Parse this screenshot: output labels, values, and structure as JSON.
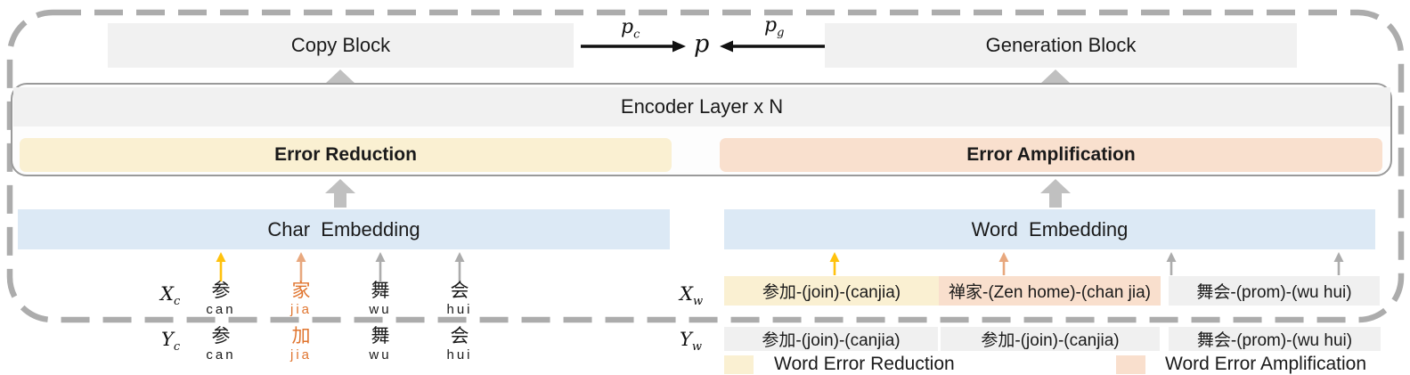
{
  "colors": {
    "reduction_fill": "#faf0d2",
    "amplification_fill": "#f9dfcd",
    "embedding_fill": "#dce9f5",
    "block_fill": "#f1f1f1",
    "dashed_border": "#acacac",
    "block_arrow": "#c0c0c0",
    "yellow_arrow": "#ffc20e",
    "orange_arrow": "#e8a87e",
    "error_text_orange": "#e0752f"
  },
  "blocks": {
    "copy": "Copy Block",
    "generation": "Generation Block",
    "encoder": "Encoder Layer x N",
    "error_reduction": "Error Reduction",
    "error_amplification": "Error Amplification",
    "char_embedding": "Char  Embedding",
    "word_embedding": "Word  Embedding"
  },
  "prob": {
    "pc": {
      "base": "p",
      "sub": "c"
    },
    "p": "p",
    "pg": {
      "base": "p",
      "sub": "g"
    }
  },
  "char_inputs": {
    "x_label": {
      "base": "X",
      "sub": "c"
    },
    "y_label": {
      "base": "Y",
      "sub": "c"
    },
    "x_row": [
      {
        "char": "参",
        "pinyin": "can"
      },
      {
        "char": "家",
        "pinyin": "jia"
      },
      {
        "char": "舞",
        "pinyin": "wu"
      },
      {
        "char": "会",
        "pinyin": "hui"
      }
    ],
    "y_row": [
      {
        "char": "参",
        "pinyin": "can"
      },
      {
        "char": "加",
        "pinyin": "jia"
      },
      {
        "char": "舞",
        "pinyin": "wu"
      },
      {
        "char": "会",
        "pinyin": "hui"
      }
    ]
  },
  "word_inputs": {
    "x_label": {
      "base": "X",
      "sub": "w"
    },
    "y_label": {
      "base": "Y",
      "sub": "w"
    },
    "x_row": [
      {
        "text": "参加-(join)-(canjia)",
        "type": "reduction"
      },
      {
        "text": "禅家-(Zen home)-(chan jia)",
        "type": "amplification"
      },
      {
        "text": "舞会-(prom)-(wu hui)",
        "type": "plain"
      }
    ],
    "y_row": [
      "参加-(join)-(canjia)",
      "参加-(join)-(canjia)",
      "舞会-(prom)-(wu hui)"
    ]
  },
  "legend": [
    {
      "label": "Word Error Reduction"
    },
    {
      "label": "Word Error Amplification"
    }
  ]
}
